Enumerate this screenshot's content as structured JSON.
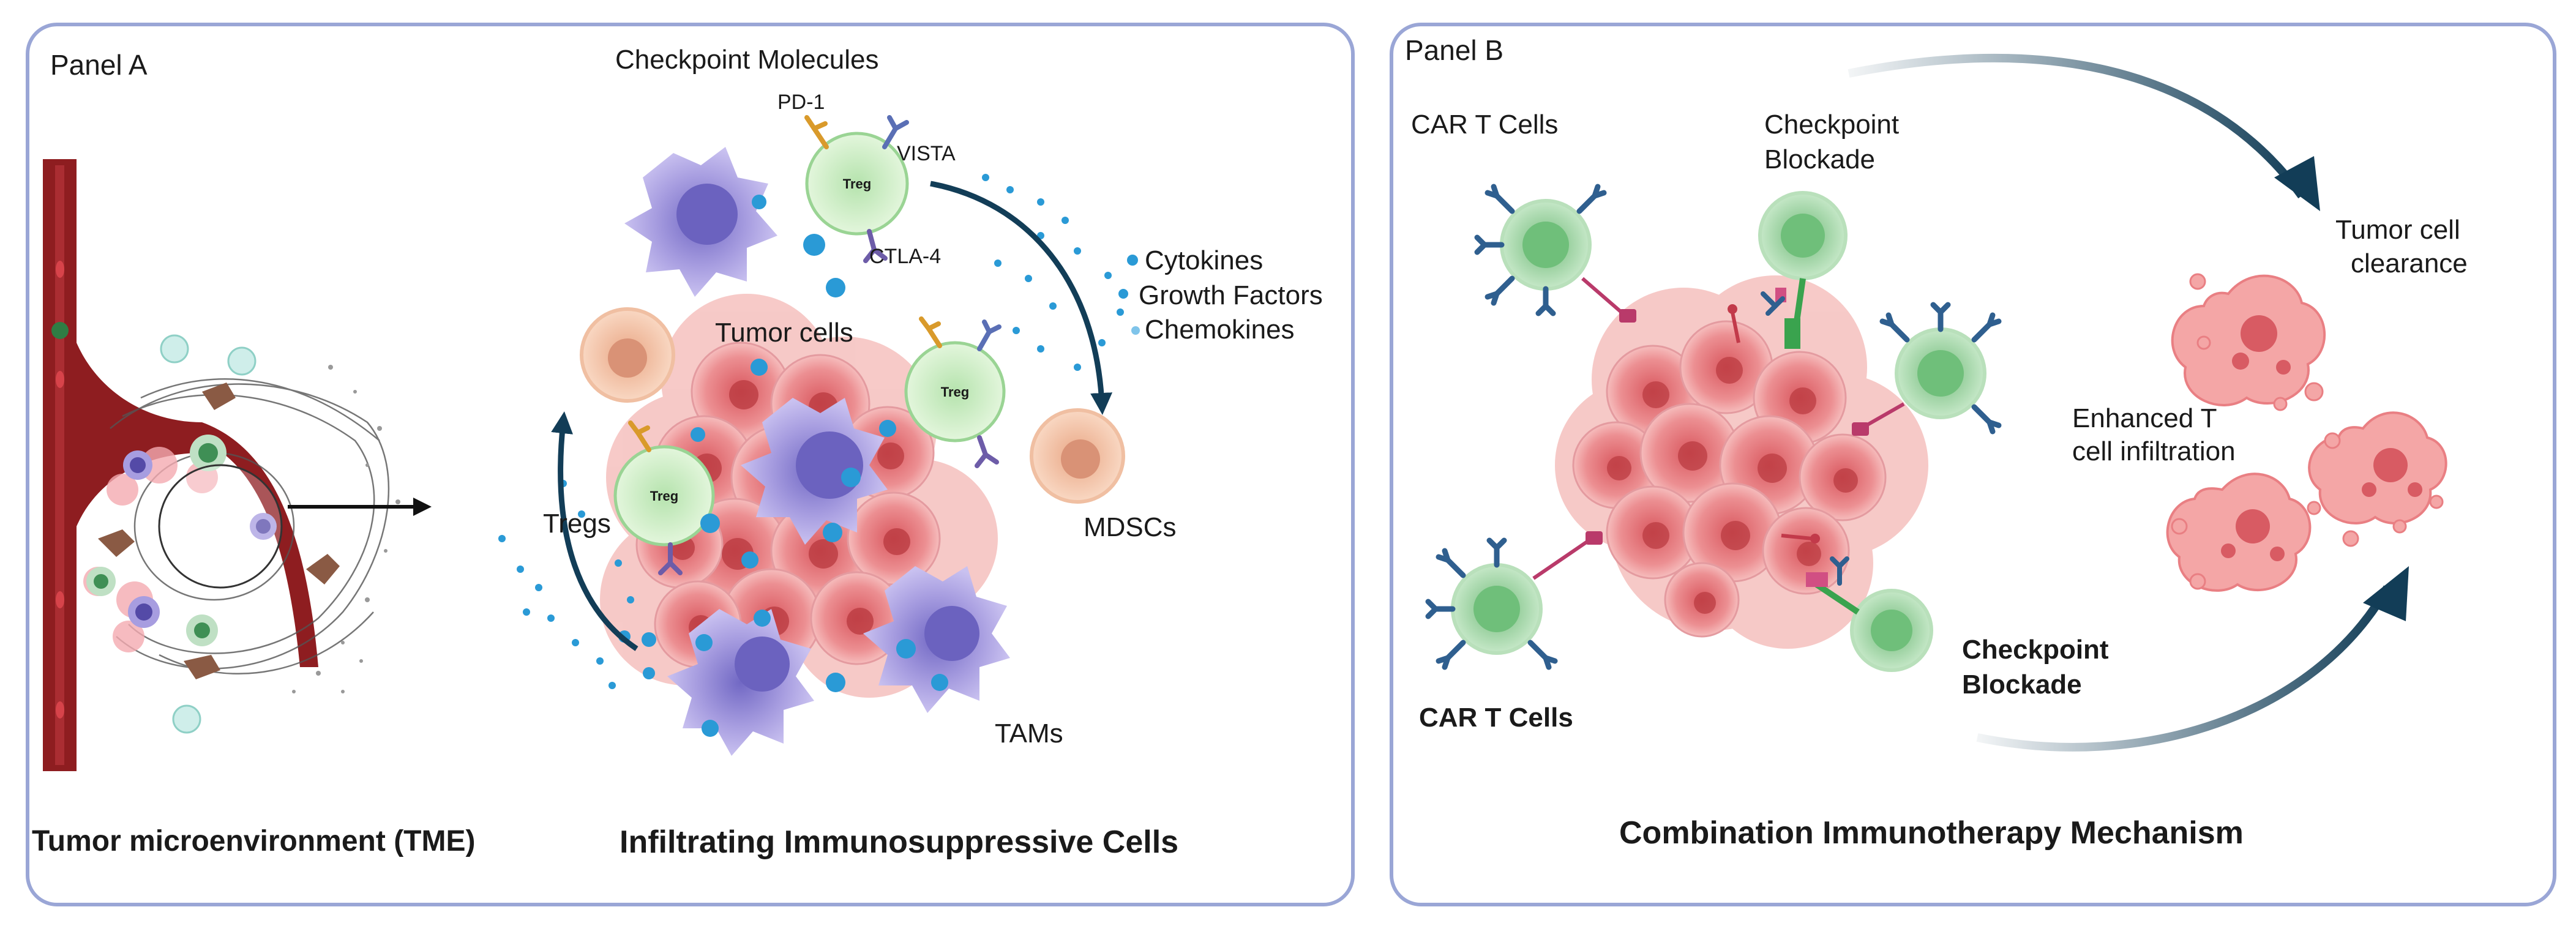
{
  "panel_a": {
    "tag": "Panel A",
    "header": "Checkpoint Molecules",
    "checkpoints": {
      "pd1": "PD-1",
      "vista": "VISTA",
      "ctla4": "CTLA-4"
    },
    "treg_marker": "Treg",
    "soluble_factors": [
      "Cytokines",
      "Growth Factors",
      "Chemokines"
    ],
    "tumor_label": "Tumor cells",
    "tregs_label": "Tregs",
    "mdscs_label": "MDSCs",
    "tams_label": "TAMs",
    "caption_left": "Tumor microenvironment (TME)",
    "caption_right": "Infiltrating Immunosuppressive Cells"
  },
  "panel_b": {
    "tag": "Panel B",
    "car_t_top": "CAR T Cells",
    "checkpoint_top_line1": "Checkpoint",
    "checkpoint_top_line2": "Blockade",
    "clearance_line1": "Tumor cell",
    "clearance_line2": "clearance",
    "infiltration_line1": "Enhanced T",
    "infiltration_line2": "cell infiltration",
    "checkpoint_bottom_line1": "Checkpoint",
    "checkpoint_bottom_line2": "Blockade",
    "car_t_bottom": "CAR T Cells",
    "caption": "Combination Immunotherapy Mechanism"
  },
  "colors": {
    "panel_border": "#9aa6d6",
    "tumor": "#e8868a",
    "tumor_light": "#f6c4c2",
    "treg": "#c9ecc0",
    "treg_edge": "#8fd08a",
    "car_t": "#9fd3a4",
    "macrophage": "#a79de0",
    "mdsc": "#f4c4a4",
    "vessel": "#8e1d20",
    "arrow": "#123d57",
    "dot": "#2a9ad6"
  }
}
